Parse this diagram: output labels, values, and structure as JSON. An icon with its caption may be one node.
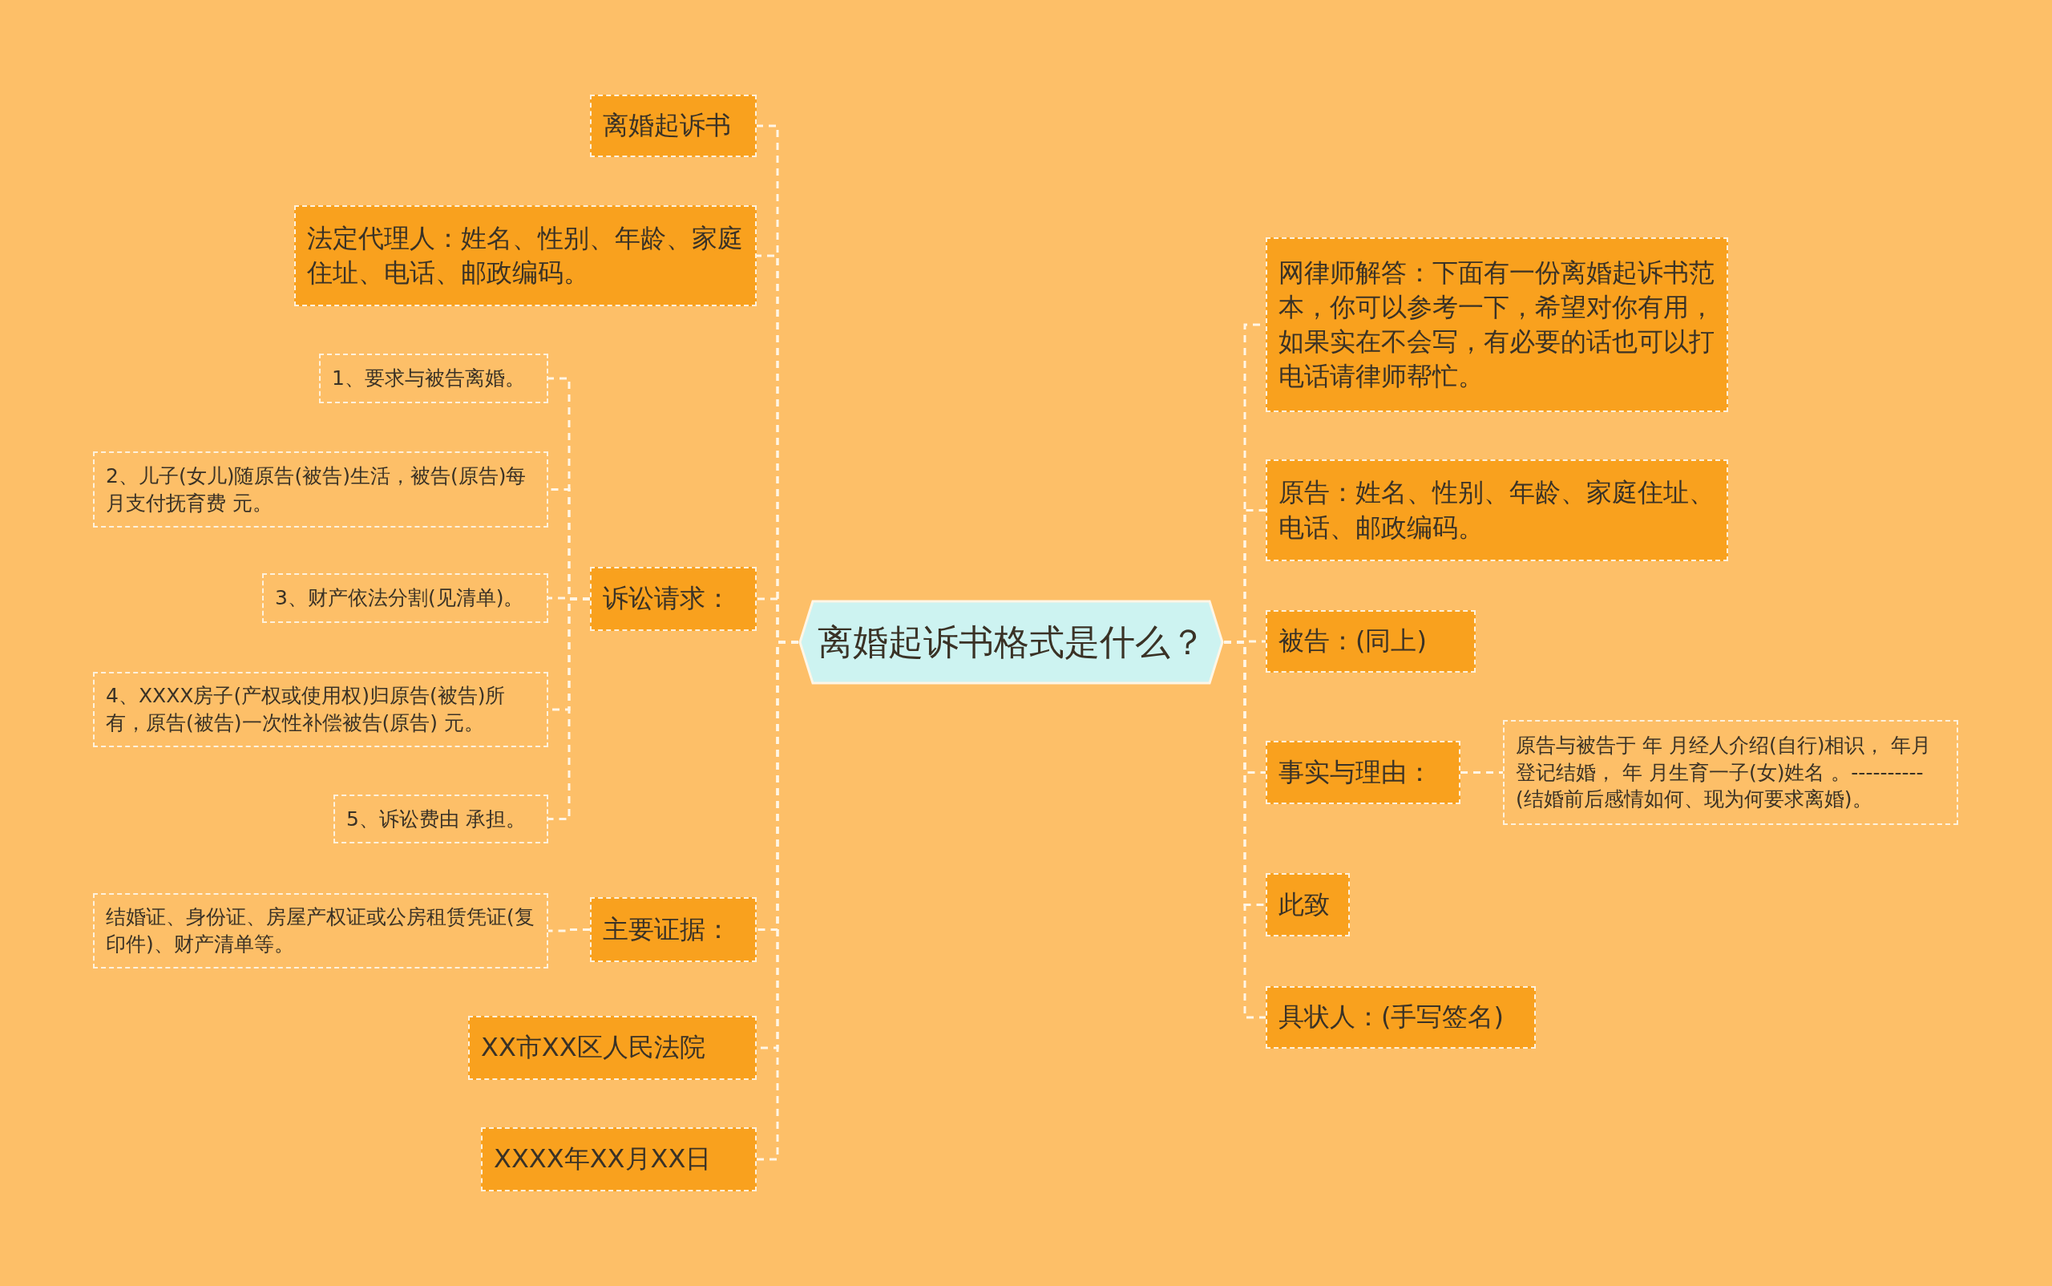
{
  "diagram": {
    "nodes": [
      {
        "text": [
          "离婚起诉书格式是什么？"
        ]
      },
      {
        "text": [
          "离婚起诉书"
        ]
      },
      {
        "text": [
          "法定代理人：姓名、性别、年龄、家庭住址、电话、邮政编码。"
        ]
      },
      {
        "text": [
          "诉讼请求："
        ]
      },
      {
        "text": [
          "1、要求与被告离婚。"
        ]
      },
      {
        "text": [
          "2、儿子(女儿)随原告(被告)生活，被告(原告)每月支付抚育费 元。"
        ]
      },
      {
        "text": [
          "3、财产依法分割(见清单)。"
        ]
      },
      {
        "text": [
          "4、XXXX房子(产权或使用权)归原告(被告)所有，原告(被告)一次性补偿被告(原告) 元。"
        ]
      },
      {
        "text": [
          "5、诉讼费由 承担。"
        ]
      },
      {
        "text": [
          "主要证据："
        ]
      },
      {
        "text": [
          "结婚证、身份证、房屋产权证或公房租赁凭证(复印件)、财产清单等。"
        ]
      },
      {
        "text": [
          "XX市XX区人民法院"
        ]
      },
      {
        "text": [
          "XXXX年XX月XX日"
        ]
      },
      {
        "text": [
          "网律师解答：下面有一份离婚起诉书范本，你可以参考一下，希望对你有用，如果实在不会写，有必要的话也可以打电话请律师帮忙。"
        ]
      },
      {
        "text": [
          "原告：姓名、性别、年龄、家庭住址、电话、邮政编码。"
        ]
      },
      {
        "text": [
          "被告：(同上)"
        ]
      },
      {
        "text": [
          "事实与理由："
        ]
      },
      {
        "text": [
          "原告与被告于 年 月经人介绍(自行)相识， 年月登记结婚， 年 月生育一子(女)姓名 。----------(结婚前后感情如何、现为何要求离婚)。"
        ]
      },
      {
        "text": [
          "此致"
        ]
      },
      {
        "text": [
          "具状人：(手写签名)"
        ]
      }
    ],
    "edges": [
      {
        "from": 0,
        "to": 1,
        "arrow": "none",
        "style": "dashed"
      },
      {
        "from": 0,
        "to": 2,
        "arrow": "none",
        "style": "dashed"
      },
      {
        "from": 0,
        "to": 3,
        "arrow": "none",
        "style": "dashed"
      },
      {
        "from": 3,
        "to": 4,
        "arrow": "none",
        "style": "dashed"
      },
      {
        "from": 3,
        "to": 5,
        "arrow": "none",
        "style": "dashed"
      },
      {
        "from": 3,
        "to": 6,
        "arrow": "none",
        "style": "dashed"
      },
      {
        "from": 3,
        "to": 7,
        "arrow": "none",
        "style": "dashed"
      },
      {
        "from": 3,
        "to": 8,
        "arrow": "none",
        "style": "dashed"
      },
      {
        "from": 0,
        "to": 9,
        "arrow": "none",
        "style": "dashed"
      },
      {
        "from": 9,
        "to": 10,
        "arrow": "none",
        "style": "dashed"
      },
      {
        "from": 0,
        "to": 11,
        "arrow": "none",
        "style": "dashed"
      },
      {
        "from": 0,
        "to": 12,
        "arrow": "none",
        "style": "dashed"
      },
      {
        "from": 0,
        "to": 13,
        "arrow": "none",
        "style": "dashed"
      },
      {
        "from": 0,
        "to": 14,
        "arrow": "none",
        "style": "dashed"
      },
      {
        "from": 0,
        "to": 15,
        "arrow": "none",
        "style": "dashed"
      },
      {
        "from": 0,
        "to": 16,
        "arrow": "none",
        "style": "dashed"
      },
      {
        "from": 16,
        "to": 17,
        "arrow": "none",
        "style": "dashed"
      },
      {
        "from": 0,
        "to": 18,
        "arrow": "none",
        "style": "dashed"
      },
      {
        "from": 0,
        "to": 19,
        "arrow": "none",
        "style": "dashed"
      }
    ]
  }
}
